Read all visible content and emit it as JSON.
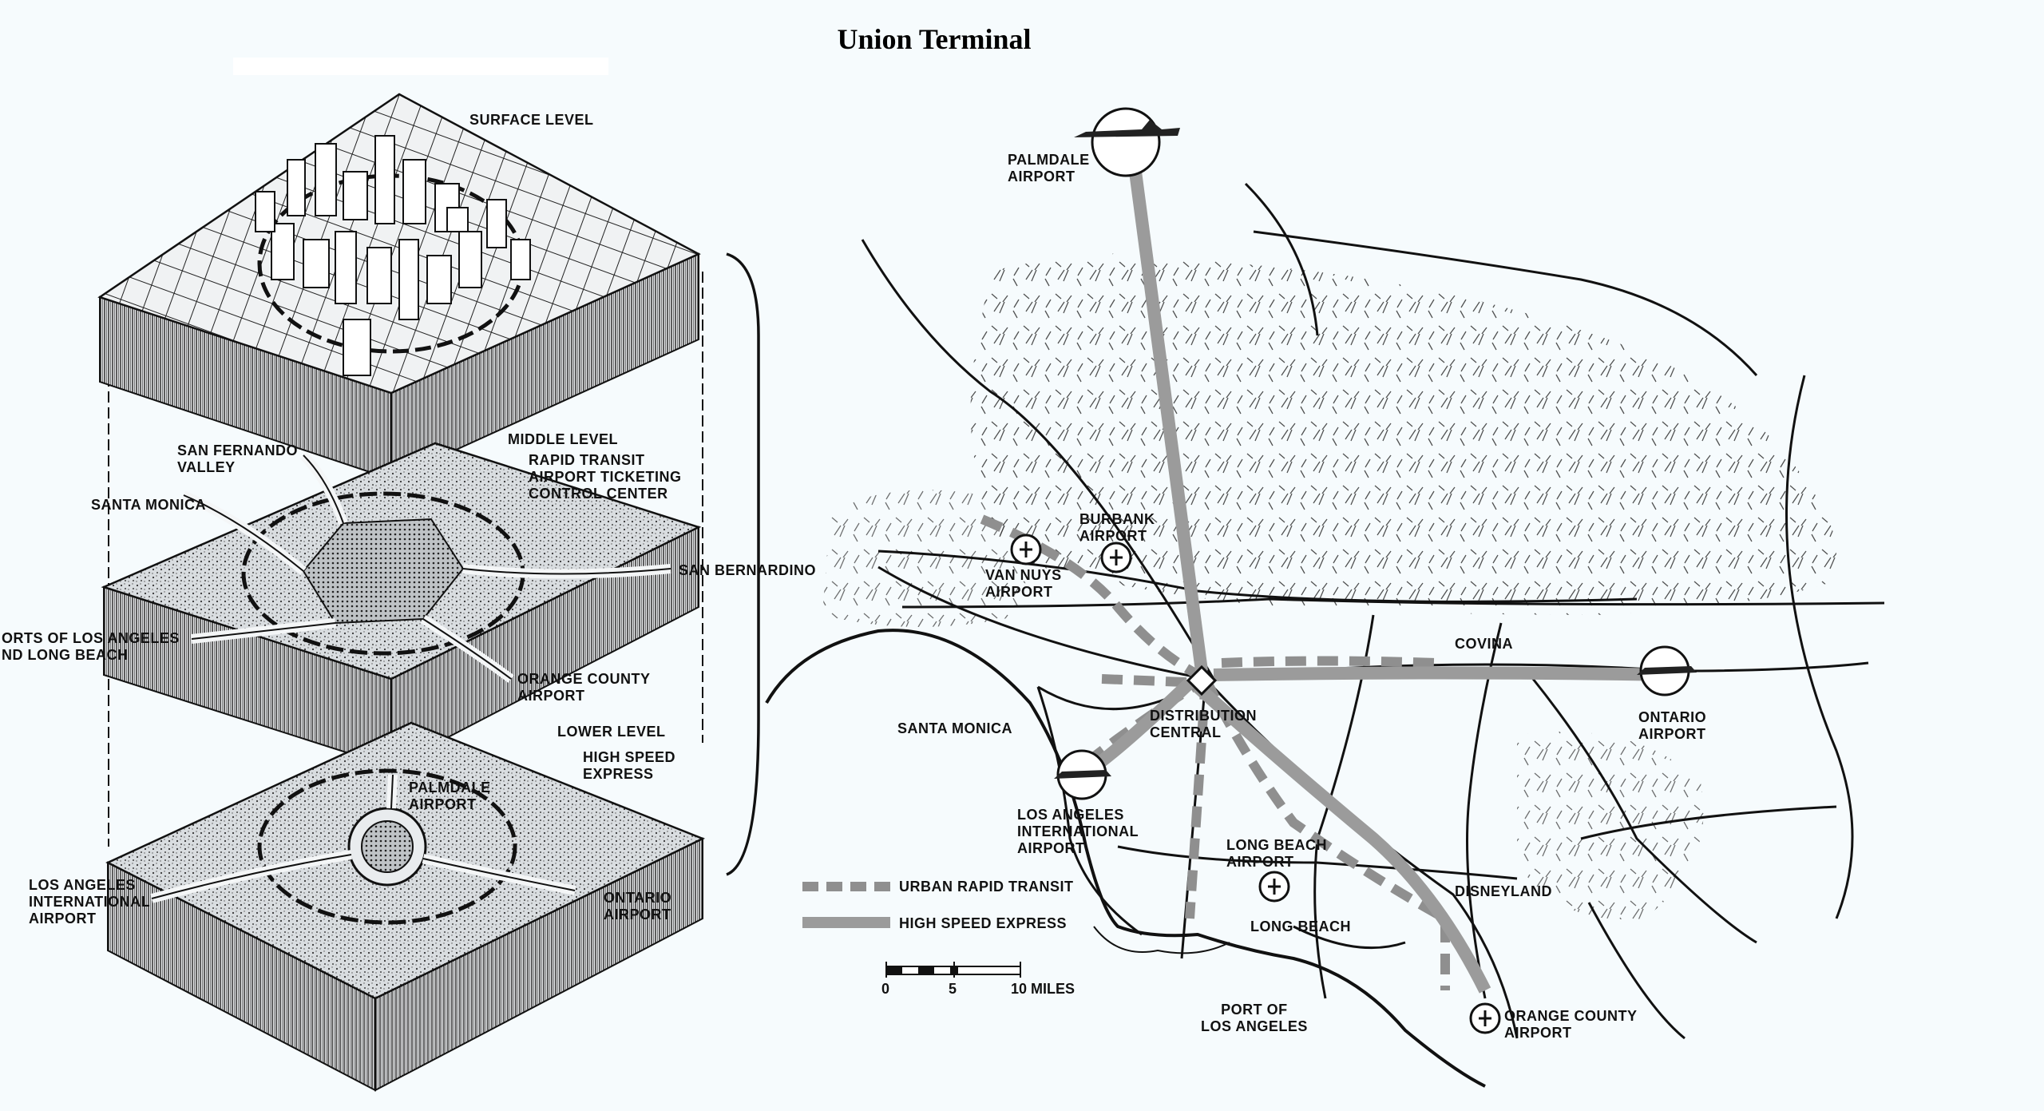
{
  "title": "Union Terminal",
  "diagram": {
    "surface_level": "SURFACE LEVEL",
    "middle_level": "MIDDLE LEVEL",
    "middle_desc": "RAPID TRANSIT\nAIRPORT TICKETING\nCONTROL CENTER",
    "san_fernando_valley": "SAN FERNANDO\nVALLEY",
    "santa_monica": "SANTA MONICA",
    "san_bernardino": "SAN BERNARDINO",
    "ports": "ORTS OF LOS ANGELES\nND LONG BEACH",
    "orange_county_airport": "ORANGE COUNTY\nAIRPORT",
    "lower_level": "LOWER LEVEL",
    "high_speed_express": "HIGH SPEED\nEXPRESS",
    "palmdale_airport": "PALMDALE\nAIRPORT",
    "lax": "LOS ANGELES\nINTERNATIONAL\nAIRPORT",
    "ontario_airport": "ONTARIO\nAIRPORT"
  },
  "map": {
    "palmdale_airport": "PALMDALE\nAIRPORT",
    "burbank_airport": "BURBANK\nAIRPORT",
    "van_nuys_airport": "VAN NUYS\nAIRPORT",
    "covina": "COVINA",
    "ontario_airport": "ONTARIO\nAIRPORT",
    "distribution_central": "DISTRIBUTION\nCENTRAL",
    "santa_monica": "SANTA MONICA",
    "lax": "LOS ANGELES\nINTERNATIONAL\nAIRPORT",
    "long_beach_airport": "LONG BEACH\nAIRPORT",
    "disneyland": "DISNEYLAND",
    "long_beach": "LONG BEACH",
    "port_of_los_angeles": "PORT OF\nLOS ANGELES",
    "orange_county_airport": "ORANGE COUNTY\nAIRPORT"
  },
  "legend": {
    "urban_rapid_transit": "URBAN RAPID TRANSIT",
    "high_speed_express": "HIGH SPEED EXPRESS"
  },
  "scale": {
    "zero": "0",
    "five": "5",
    "ten": "10 MILES"
  }
}
